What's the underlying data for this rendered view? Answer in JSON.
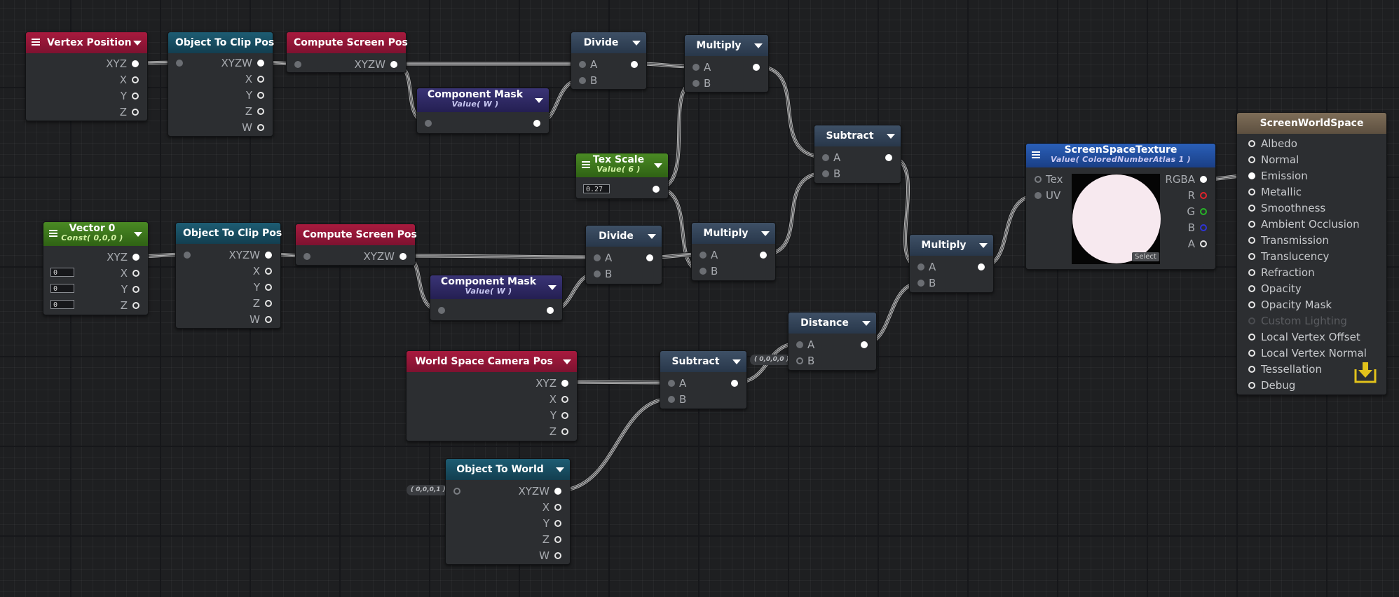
{
  "nodes": {
    "vertex_position": {
      "title": "Vertex Position",
      "ports": [
        "XYZ",
        "X",
        "Y",
        "Z"
      ]
    },
    "obj_to_clip_1": {
      "title": "Object To Clip Pos",
      "ports": [
        "XYZW",
        "X",
        "Y",
        "Z",
        "W"
      ]
    },
    "compute_screen_1": {
      "title": "Compute Screen Pos",
      "ports": [
        "XYZW"
      ]
    },
    "component_mask_1": {
      "title": "Component Mask",
      "subtitle": "Value( W )"
    },
    "divide_1": {
      "title": "Divide",
      "ports": [
        "A",
        "B"
      ]
    },
    "multiply_1": {
      "title": "Multiply",
      "ports": [
        "A",
        "B"
      ]
    },
    "subtract_1": {
      "title": "Subtract",
      "ports": [
        "A",
        "B"
      ]
    },
    "tex_scale": {
      "title": "Tex Scale",
      "subtitle": "Value( 6 )",
      "value": "0.27"
    },
    "vector0": {
      "title": "Vector 0",
      "subtitle": "Const( 0,0,0 )",
      "ports": [
        "XYZ",
        "X",
        "Y",
        "Z"
      ],
      "values": [
        "0",
        "0",
        "0"
      ]
    },
    "obj_to_clip_2": {
      "title": "Object To Clip Pos",
      "ports": [
        "XYZW",
        "X",
        "Y",
        "Z",
        "W"
      ]
    },
    "compute_screen_2": {
      "title": "Compute Screen Pos",
      "ports": [
        "XYZW"
      ]
    },
    "component_mask_2": {
      "title": "Component Mask",
      "subtitle": "Value( W )"
    },
    "divide_2": {
      "title": "Divide",
      "ports": [
        "A",
        "B"
      ]
    },
    "multiply_2": {
      "title": "Multiply",
      "ports": [
        "A",
        "B"
      ]
    },
    "multiply_3": {
      "title": "Multiply",
      "ports": [
        "A",
        "B"
      ]
    },
    "distance": {
      "title": "Distance",
      "ports": [
        "A",
        "B"
      ],
      "pill": "( 0,0,0,0 )"
    },
    "world_cam": {
      "title": "World Space Camera Pos",
      "ports": [
        "XYZ",
        "X",
        "Y",
        "Z"
      ]
    },
    "subtract_2": {
      "title": "Subtract",
      "ports": [
        "A",
        "B"
      ]
    },
    "obj_to_world": {
      "title": "Object To World",
      "ports": [
        "XYZW",
        "X",
        "Y",
        "Z",
        "W"
      ],
      "pill": "( 0,0,0,1 )"
    },
    "screen_tex": {
      "title": "ScreenSpaceTexture",
      "subtitle": "Value( ColoredNumberAtlas 1 )",
      "inputs": [
        "Tex",
        "UV"
      ],
      "outputs": [
        "RGBA",
        "R",
        "G",
        "B",
        "A"
      ],
      "select_label": "Select"
    },
    "output": {
      "title": "ScreenWorldSpace",
      "inputs": [
        "Albedo",
        "Normal",
        "Emission",
        "Metallic",
        "Smoothness",
        "Ambient Occlusion",
        "Transmission",
        "Translucency",
        "Refraction",
        "Opacity",
        "Opacity Mask",
        "Custom Lighting",
        "Local Vertex Offset",
        "Local Vertex Normal",
        "Tessellation",
        "Debug"
      ]
    }
  },
  "colors": {
    "background": "#1e1f21",
    "wire": "#b5b5b5",
    "red_header": "#a81a3e",
    "teal_header": "#1d5d73",
    "slate_header": "#3e5066",
    "purple_header": "#3a3476",
    "green_header": "#4a8a24",
    "blue_header": "#2a5fb8",
    "brown_header": "#7e6e58",
    "icon_yellow": "#e2c21b"
  }
}
